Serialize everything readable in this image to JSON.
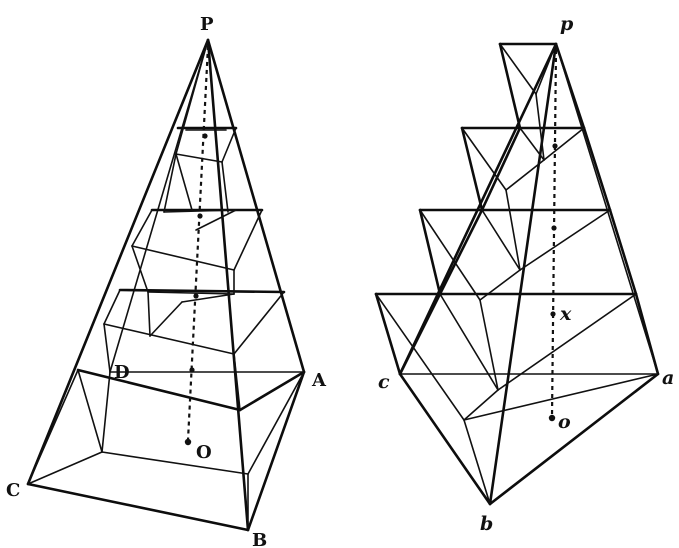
{
  "left_figure": {
    "labels": {
      "apex": "P",
      "a": "A",
      "b": "B",
      "c": "C",
      "d": "D",
      "center": "O"
    }
  },
  "right_figure": {
    "labels": {
      "apex": "p",
      "a": "a",
      "b": "b",
      "c": "c",
      "center": "o",
      "x": "x"
    }
  },
  "colors": {
    "ink": "#111111",
    "paper": "#ffffff"
  }
}
